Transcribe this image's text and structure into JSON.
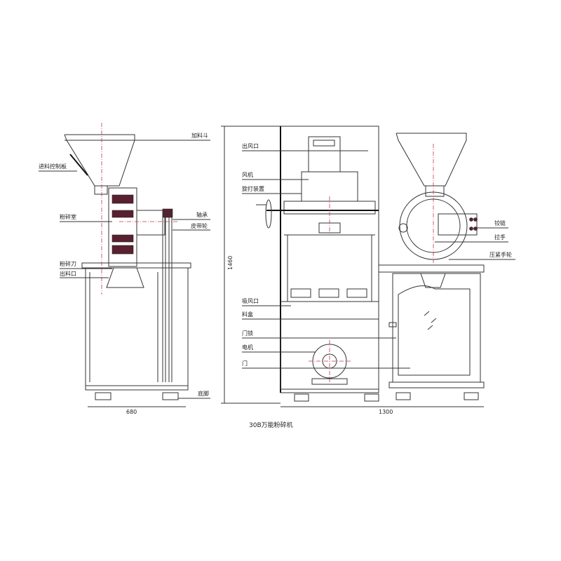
{
  "title": "30B万能粉碎机",
  "side_view": {
    "labels": {
      "hopper": "加料斗",
      "feed_control_plate": "进料控制板",
      "grinding_chamber": "粉碎室",
      "bearing": "轴承",
      "belt_pulley": "皮带轮",
      "grinding_blade": "粉碎刀",
      "discharge_outlet": "出料口",
      "foot": "底脚"
    },
    "width_dim": "680"
  },
  "front_view": {
    "labels": {
      "air_outlet": "出风口",
      "fan": "风机",
      "beating_device": "旋打装置",
      "air_inlet": "吸风口",
      "material_box": "料盒",
      "door_lock": "门锁",
      "motor": "电机",
      "door": "门"
    },
    "height_dim": "1460",
    "width_dim": "1300"
  },
  "right_view": {
    "labels": {
      "hinge": "铰链",
      "handle": "拉手",
      "clamp_handwheel": "压紧手轮"
    }
  }
}
